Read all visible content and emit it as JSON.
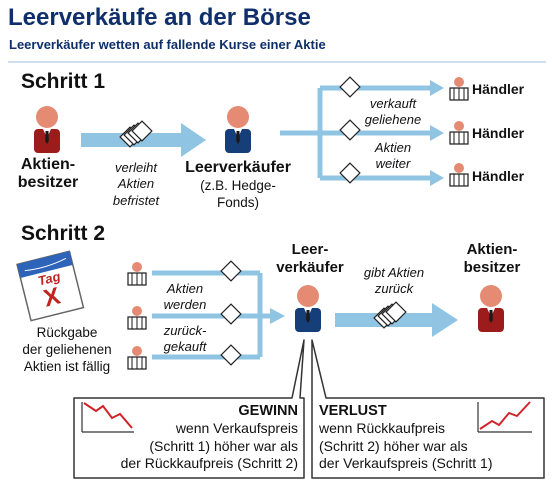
{
  "title": "Leerverkäufe an der Börse",
  "subtitle": "Leerverkäufer wetten auf fallende Kurse einer Aktie",
  "step1": {
    "label": "Schritt 1",
    "owner": [
      "Aktien-",
      "besitzer"
    ],
    "lend": [
      "verleiht",
      "Aktien",
      "befristet"
    ],
    "short_seller": [
      "Leerverkäufer",
      "(z.B. Hedge-",
      "Fonds)"
    ],
    "sold": [
      "verkauft",
      "geliehene",
      "Aktien",
      "weiter"
    ],
    "traders": [
      "Händler",
      "Händler",
      "Händler"
    ]
  },
  "step2": {
    "label": "Schritt 2",
    "calendar_tag": "Tag",
    "calendar_x": "X",
    "due": [
      "Rückgabe",
      "der geliehenen",
      "Aktien ist fällig"
    ],
    "bought_back": [
      "Aktien",
      "werden",
      "zurück-",
      "gekauft"
    ],
    "short_seller": [
      "Leer-",
      "verkäufer"
    ],
    "return": [
      "gibt Aktien",
      "zurück"
    ],
    "owner": [
      "Aktien-",
      "besitzer"
    ]
  },
  "profit": {
    "heading": "GEWINN",
    "lines": [
      "wenn Verkaufspreis",
      "(Schritt 1) höher war als",
      "der Rückkaufpreis (Schritt 2)"
    ]
  },
  "loss": {
    "heading": "VERLUST",
    "lines": [
      "wenn Rückkaufpreis",
      "(Schritt 2) höher war als",
      "der Verkaufspreis (Schritt 1)"
    ]
  },
  "colors": {
    "arrow": "#8fc4e3",
    "title": "#0f2f6b",
    "owner_suit": "#9c1c1c",
    "seller_suit": "#163e78",
    "skin": "#e58a73",
    "profit_line": "#d0242b"
  },
  "icons": [
    "person-icon",
    "share-certificates-icon",
    "trader-icon",
    "calendar-icon",
    "trend-chart-icon"
  ]
}
